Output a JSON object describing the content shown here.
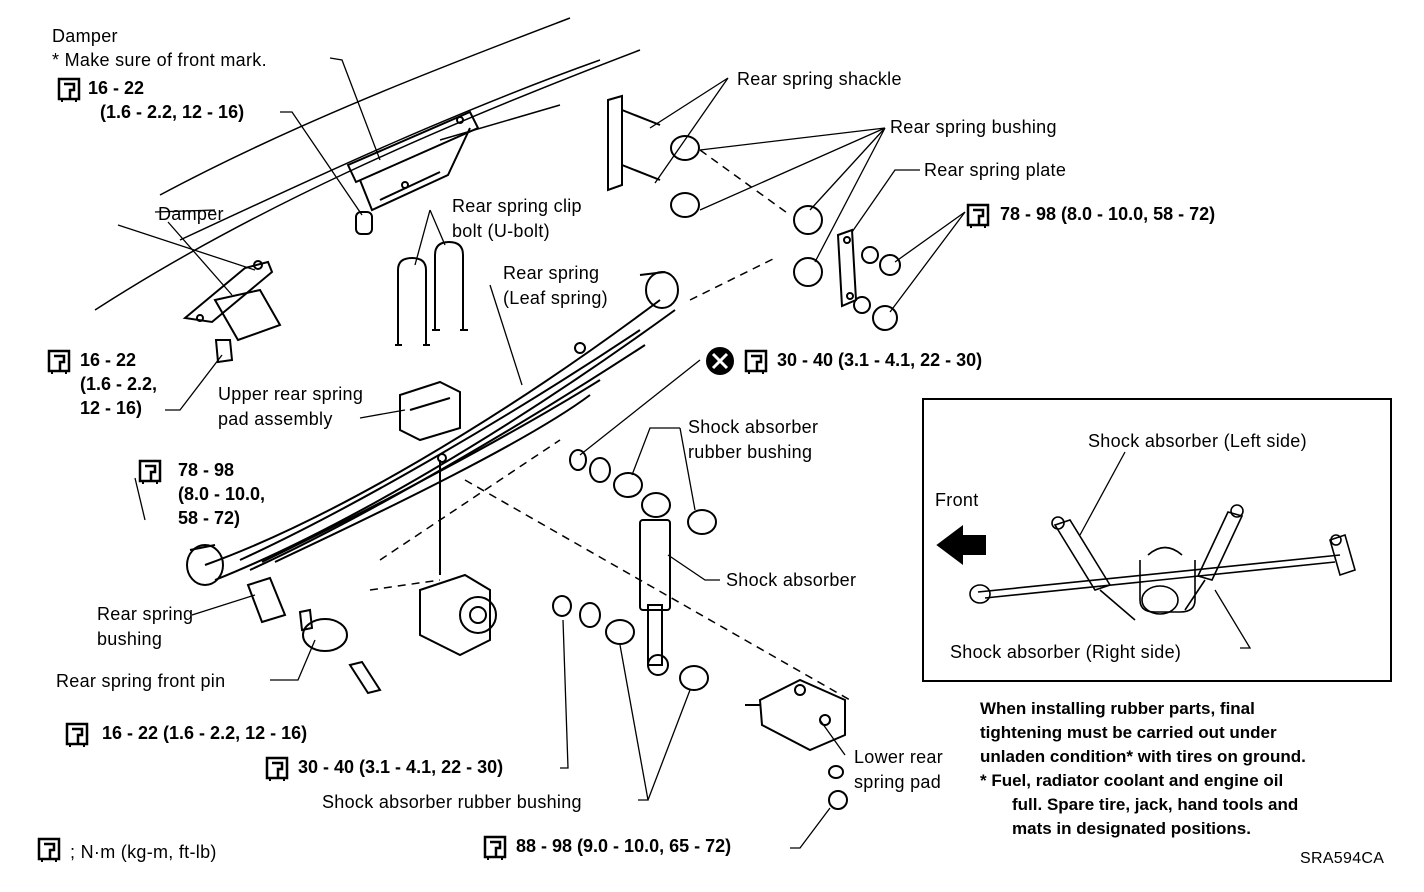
{
  "labels": {
    "damper_top": "Damper",
    "front_mark_note": "*  Make sure of front mark.",
    "damper_mid": "Damper",
    "rear_spring_shackle": "Rear spring shackle",
    "rear_spring_bushing_top": "Rear spring bushing",
    "rear_spring_plate": "Rear spring plate",
    "rear_spring_clip_bolt_1": "Rear spring clip",
    "rear_spring_clip_bolt_2": "bolt (U-bolt)",
    "rear_spring_1": "Rear spring",
    "rear_spring_2": "(Leaf spring)",
    "upper_pad_1": "Upper rear spring",
    "upper_pad_2": "pad assembly",
    "shock_bushing_top_1": "Shock absorber",
    "shock_bushing_top_2": "rubber bushing",
    "shock_absorber": "Shock absorber",
    "rear_spring_bushing_bottom_1": "Rear spring",
    "rear_spring_bushing_bottom_2": "bushing",
    "rear_spring_front_pin": "Rear spring front pin",
    "shock_bushing_bottom": "Shock absorber rubber bushing",
    "lower_pad_1": "Lower rear",
    "lower_pad_2": "spring pad",
    "legend_unit": "; N·m (kg-m, ft-lb)",
    "figure_code": "SRA594CA"
  },
  "torques": {
    "t1_line1": "16 - 22",
    "t1_line2": "(1.6 - 2.2, 12 - 16)",
    "t2_line1": "16 - 22",
    "t2_line2": "(1.6 - 2.2,",
    "t2_line3": "12 - 16)",
    "t3_line1": "78 - 98",
    "t3_line2": "(8.0 - 10.0,",
    "t3_line3": "58 - 72)",
    "t4": "78 - 98 (8.0 - 10.0, 58 - 72)",
    "t5": "30 - 40 (3.1 - 4.1, 22 - 30)",
    "t6": "16 - 22 (1.6 - 2.2, 12 - 16)",
    "t7": "30 - 40 (3.1 - 4.1, 22 - 30)",
    "t8": "88 - 98 (9.0 - 10.0, 65 - 72)"
  },
  "inset": {
    "shock_left": "Shock absorber (Left side)",
    "front": "Front",
    "shock_right": "Shock absorber (Right side)"
  },
  "note": {
    "line1": "When installing rubber parts, final",
    "line2": "tightening must be carried out under",
    "line3": "unladen condition* with tires on ground.",
    "line4": "*   Fuel, radiator coolant and engine oil",
    "line5": "full. Spare tire, jack, hand tools and",
    "line6": "mats in designated positions."
  },
  "icons": {
    "torque": "torque-wrench-icon",
    "replace": "do-not-reuse-icon",
    "front_arrow": "front-direction-arrow-icon"
  }
}
